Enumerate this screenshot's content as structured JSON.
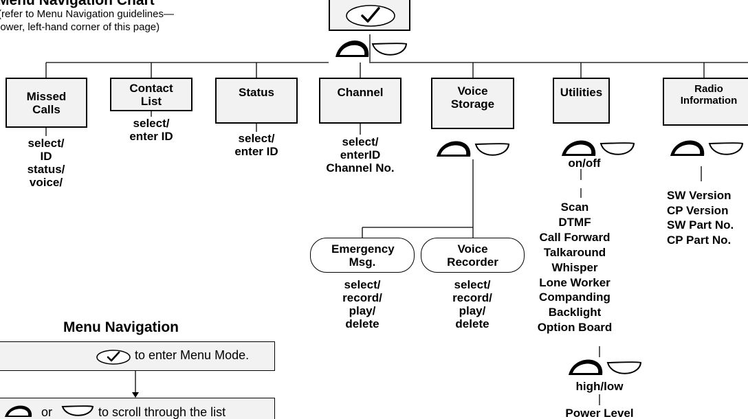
{
  "header": {
    "title": "Menu Navigation Chart",
    "note_line1": "(refer to Menu Navigation guidelines—",
    "note_line2": "lower, left-hand corner of this page)"
  },
  "icons": {
    "ok": "ok-check-icon",
    "up": "scroll-up-icon",
    "down": "scroll-down-icon"
  },
  "menu": {
    "missed_calls": {
      "label": "Missed Calls",
      "options": [
        "select/",
        "ID",
        "status/",
        "voice/"
      ]
    },
    "contact_list": {
      "label": "Contact List",
      "options": [
        "select/",
        "enter ID"
      ]
    },
    "status": {
      "label": "Status",
      "options": [
        "select/",
        "enter ID"
      ]
    },
    "channel": {
      "label": "Channel",
      "options": [
        "select/",
        "enterID",
        "Channel No."
      ]
    },
    "voice_storage": {
      "label": "Voice Storage",
      "emergency": {
        "label": "Emergency Msg.",
        "options": [
          "select/",
          "record/",
          "play/",
          "delete"
        ]
      },
      "recorder": {
        "label": "Voice Recorder",
        "options": [
          "select/",
          "record/",
          "play/",
          "delete"
        ]
      }
    },
    "utilities": {
      "label": "Utilities",
      "toggle": "on/off",
      "items": [
        "Scan",
        "DTMF",
        "Call Forward",
        "Talkaround",
        "Whisper",
        "Lone Worker",
        "Companding",
        "Backlight",
        "Option Board"
      ],
      "level_toggle": "high/low",
      "level_item": "Power Level"
    },
    "radio_information": {
      "label": "Radio Information",
      "items": [
        "SW Version",
        "CP Version",
        "SW Part No.",
        "CP Part No."
      ]
    }
  },
  "guide": {
    "title": "Menu Navigation",
    "step1": "to enter Menu Mode.",
    "step2_or": "or",
    "step2": "to scroll through the list"
  }
}
